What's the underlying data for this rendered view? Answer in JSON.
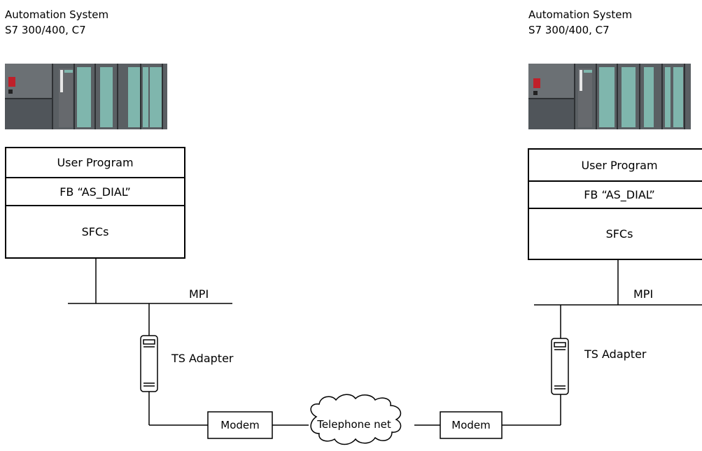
{
  "left_system": {
    "title_line1": "Automation System",
    "title_line2": "S7 300/400, C7",
    "stack": [
      "User Program",
      "FB “AS_DIAL”",
      "SFCs"
    ],
    "bus_label": "MPI",
    "adapter_label": "TS Adapter",
    "modem_label": "Modem"
  },
  "right_system": {
    "title_line1": "Automation System",
    "title_line2": "S7 300/400, C7",
    "stack": [
      "User Program",
      "FB “AS_DIAL”",
      "SFCs"
    ],
    "bus_label": "MPI",
    "adapter_label": "TS Adapter",
    "modem_label": "Modem"
  },
  "network_label": "Telephone net",
  "colors": {
    "plc_body": "#5a5f63",
    "plc_dark": "#3e4245",
    "plc_module": "#7fb6ad",
    "plc_status": "#c0202a"
  }
}
